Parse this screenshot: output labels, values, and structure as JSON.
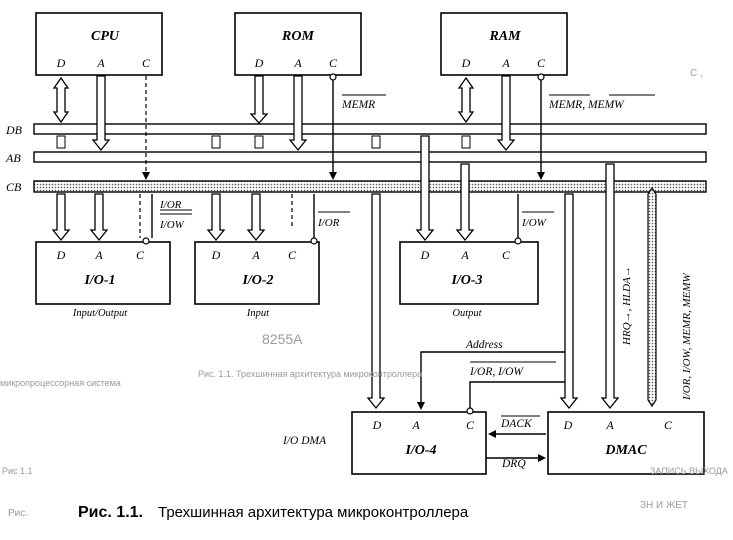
{
  "blocks": {
    "cpu": {
      "title": "CPU",
      "pins": [
        "D",
        "A",
        "C"
      ]
    },
    "rom": {
      "title": "ROM",
      "pins": [
        "D",
        "A",
        "C"
      ]
    },
    "ram": {
      "title": "RAM",
      "pins": [
        "D",
        "A",
        "C"
      ]
    },
    "io1": {
      "title": "I/O-1",
      "pins": [
        "D",
        "A",
        "C"
      ],
      "sublabel": "Input/Output"
    },
    "io2": {
      "title": "I/O-2",
      "pins": [
        "D",
        "A",
        "C"
      ],
      "sublabel": "Input"
    },
    "io3": {
      "title": "I/O-3",
      "pins": [
        "D",
        "A",
        "C"
      ],
      "sublabel": "Output"
    },
    "io4": {
      "title": "I/O-4",
      "pins": [
        "D",
        "A",
        "C"
      ],
      "side_label": "I/O DMA"
    },
    "dmac": {
      "title": "DMAC",
      "pins": [
        "D",
        "A",
        "C"
      ]
    }
  },
  "buses": {
    "db": "DB",
    "ab": "AB",
    "cb": "CB"
  },
  "signals": {
    "rom_memr": "MEMR",
    "ram_memr_memw": "MEMR, MEMW",
    "io1_ior": "I/OR",
    "io1_iow": "I/OW",
    "io2_ior": "I/OR",
    "io3_iow": "I/OW",
    "address": "Address",
    "ior_iow": "I/OR, I/OW",
    "dack": "DACK",
    "drq": "DRQ",
    "hrq_hlda": "HRQ→, HLDA→",
    "dmac_ctrl": "I/OR, I/OW, MEMR, MEMW"
  },
  "caption": {
    "label": "Рис. 1.1.",
    "text": "Трехшинная архитектура микроконтроллера"
  },
  "ghost_text": {
    "chip": "8255A",
    "mid_line": "Рис. 1.1. Трехшинная архитектура микроконтроллера",
    "left_line": "микропроцессорная система",
    "left_low": "Рис 1.1",
    "caption_prefix": "Рис.",
    "caption_suffix": "ЗН И ЖЕТ",
    "right_low": "ЗАПИСЬ ВЫХОДА",
    "corner": "C ,"
  }
}
